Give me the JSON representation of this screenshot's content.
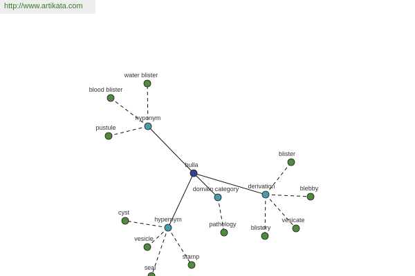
{
  "banner": {
    "url": "http://www.artikata.com"
  },
  "colors": {
    "root": "#35408f",
    "relation": "#4a9aa8",
    "leaf": "#4f8a3e",
    "edge": "#111111",
    "node_stroke": "#1a1a1a"
  },
  "graph": {
    "nodes": [
      {
        "id": "bulla",
        "label": "bulla",
        "kind": "root"
      },
      {
        "id": "hyponym",
        "label": "hyponym",
        "kind": "relation"
      },
      {
        "id": "domain_category",
        "label": "domain category",
        "kind": "relation"
      },
      {
        "id": "derivation",
        "label": "derivation",
        "kind": "relation"
      },
      {
        "id": "hypernym",
        "label": "hypernym",
        "kind": "relation"
      },
      {
        "id": "water_blister",
        "label": "water blister",
        "kind": "leaf"
      },
      {
        "id": "blood_blister",
        "label": "blood blister",
        "kind": "leaf"
      },
      {
        "id": "pustule",
        "label": "pustule",
        "kind": "leaf"
      },
      {
        "id": "pathology",
        "label": "pathology",
        "kind": "leaf"
      },
      {
        "id": "blister",
        "label": "blister",
        "kind": "leaf"
      },
      {
        "id": "blebby",
        "label": "blebby",
        "kind": "leaf"
      },
      {
        "id": "vesicate",
        "label": "vesicate",
        "kind": "leaf"
      },
      {
        "id": "blistery",
        "label": "blistery",
        "kind": "leaf"
      },
      {
        "id": "cyst",
        "label": "cyst",
        "kind": "leaf"
      },
      {
        "id": "vesicle",
        "label": "vesicle",
        "kind": "leaf"
      },
      {
        "id": "seal",
        "label": "seal",
        "kind": "leaf"
      },
      {
        "id": "stamp",
        "label": "stamp",
        "kind": "leaf"
      }
    ],
    "edges": [
      {
        "from": "bulla",
        "to": "hyponym",
        "style": "solid"
      },
      {
        "from": "bulla",
        "to": "domain_category",
        "style": "solid"
      },
      {
        "from": "bulla",
        "to": "derivation",
        "style": "solid"
      },
      {
        "from": "bulla",
        "to": "hypernym",
        "style": "solid"
      },
      {
        "from": "hyponym",
        "to": "water_blister",
        "style": "dashed"
      },
      {
        "from": "hyponym",
        "to": "blood_blister",
        "style": "dashed"
      },
      {
        "from": "hyponym",
        "to": "pustule",
        "style": "dashed"
      },
      {
        "from": "domain_category",
        "to": "pathology",
        "style": "dashed"
      },
      {
        "from": "derivation",
        "to": "blister",
        "style": "dashed"
      },
      {
        "from": "derivation",
        "to": "blebby",
        "style": "dashed"
      },
      {
        "from": "derivation",
        "to": "vesicate",
        "style": "dashed"
      },
      {
        "from": "derivation",
        "to": "blistery",
        "style": "dashed"
      },
      {
        "from": "hypernym",
        "to": "cyst",
        "style": "dashed"
      },
      {
        "from": "hypernym",
        "to": "vesicle",
        "style": "dashed"
      },
      {
        "from": "hypernym",
        "to": "seal",
        "style": "dashed"
      },
      {
        "from": "hypernym",
        "to": "stamp",
        "style": "dashed"
      }
    ]
  }
}
